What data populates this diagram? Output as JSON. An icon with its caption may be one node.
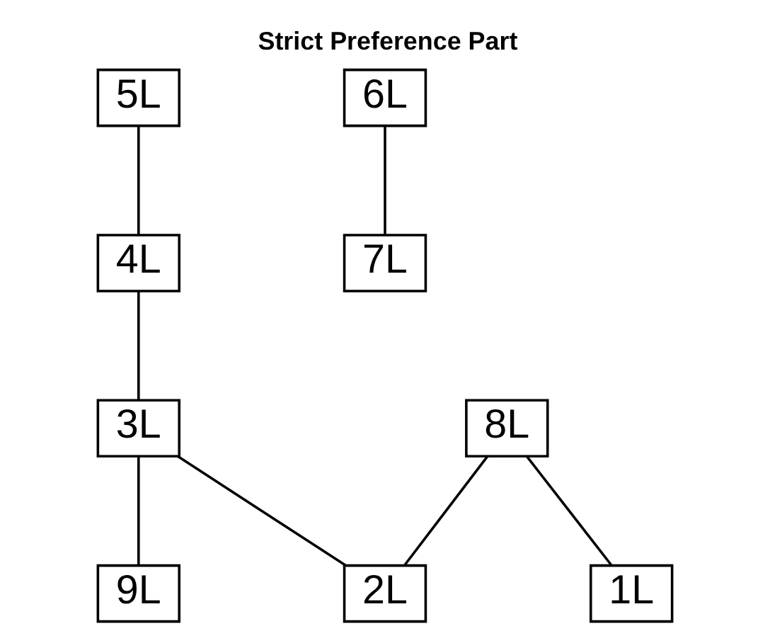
{
  "diagram": {
    "title": "Strict Preference Part",
    "nodes": [
      {
        "text": [
          "5L"
        ]
      },
      {
        "text": [
          "4L"
        ]
      },
      {
        "text": [
          "8L"
        ]
      },
      {
        "text": [
          "3L"
        ]
      },
      {
        "text": [
          "6L"
        ]
      },
      {
        "text": [
          "1L"
        ]
      },
      {
        "text": [
          "2L"
        ]
      },
      {
        "text": [
          "9L"
        ]
      },
      {
        "text": [
          "7L"
        ]
      }
    ],
    "edges": [
      {
        "from": 0,
        "to": 1,
        "arrow": "none"
      },
      {
        "from": 1,
        "to": 3,
        "arrow": "none"
      },
      {
        "from": 2,
        "to": 5,
        "arrow": "none"
      },
      {
        "from": 2,
        "to": 6,
        "arrow": "none"
      },
      {
        "from": 3,
        "to": 6,
        "arrow": "none"
      },
      {
        "from": 3,
        "to": 7,
        "arrow": "none"
      },
      {
        "from": 4,
        "to": 8,
        "arrow": "none"
      }
    ]
  }
}
